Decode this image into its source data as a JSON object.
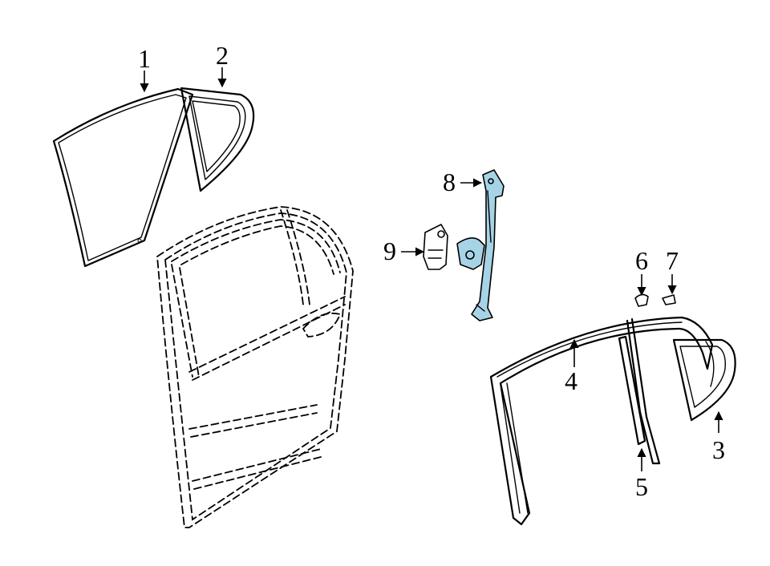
{
  "callouts": {
    "c1": "1",
    "c2": "2",
    "c3": "3",
    "c4": "4",
    "c5": "5",
    "c6": "6",
    "c7": "7",
    "c8": "8",
    "c9": "9"
  },
  "colors": {
    "highlight": "#a6d4e6",
    "line": "#000000"
  }
}
